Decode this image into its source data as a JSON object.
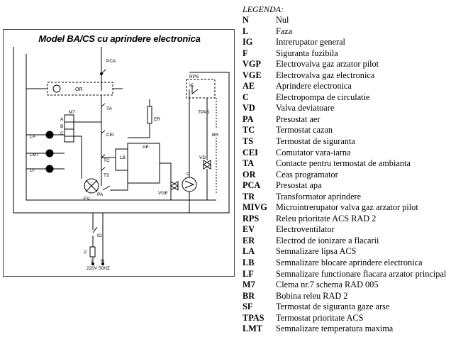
{
  "diagram": {
    "title": "Model BA/CS cu aprindere electronica",
    "labels": {
      "pca": "PCA",
      "or": "OR",
      "rps": "RPS",
      "ic": "IC",
      "m7": "M7",
      "a": "A",
      "b": "B",
      "c": "C",
      "la": "LA",
      "lmt": "LMT",
      "lf": "LF",
      "ta": "TA",
      "cei": "CEI",
      "er": "ER",
      "ae": "AE",
      "tc": "TC",
      "ts": "TS",
      "lb": "LB",
      "ev": "EV",
      "pa": "PA",
      "vge": "VGE",
      "c_pump": "C",
      "vd": "VD",
      "tpas": "TPAS",
      "br": "BR",
      "ig": "IG",
      "f": "F",
      "l": "L",
      "n": "N",
      "supply": "220V 50HZ"
    }
  },
  "legend": {
    "title": "LEGENDA:",
    "items": [
      {
        "code": "N",
        "desc": "Nul"
      },
      {
        "code": "L",
        "desc": "Faza"
      },
      {
        "code": "IG",
        "desc": "Intrerupator general"
      },
      {
        "code": "F",
        "desc": "Siguranta fuzibila"
      },
      {
        "code": "VGP",
        "desc": "Electrovalva gaz arzator pilot"
      },
      {
        "code": "VGE",
        "desc": "Electrovalva gaz electronica"
      },
      {
        "code": "AE",
        "desc": "Aprindere electronica"
      },
      {
        "code": "C",
        "desc": "Electropompa de circulatie"
      },
      {
        "code": "VD",
        "desc": "Valva deviatoare"
      },
      {
        "code": "PA",
        "desc": "Presostat aer"
      },
      {
        "code": "TC",
        "desc": "Termostat cazan"
      },
      {
        "code": "TS",
        "desc": "Termostat de siguranta"
      },
      {
        "code": "CEI",
        "desc": "Comutator vara-iarna"
      },
      {
        "code": "TA",
        "desc": "Contacte pentru termostat de ambianta"
      },
      {
        "code": "OR",
        "desc": "Ceas programator"
      },
      {
        "code": "PCA",
        "desc": "Presostat apa"
      },
      {
        "code": "TR",
        "desc": "Transformator aprindere"
      },
      {
        "code": "MIVG",
        "desc": "Microintrerupator valva gaz arzator pilot"
      },
      {
        "code": "RPS",
        "desc": "Releu prioritate ACS RAD 2"
      },
      {
        "code": "EV",
        "desc": "Electroventilator"
      },
      {
        "code": "ER",
        "desc": "Electrod de ionizare a flacarii"
      },
      {
        "code": "LA",
        "desc": "Semnalizare lipsa ACS"
      },
      {
        "code": "LB",
        "desc": "Semnalizare blocare aprindere electronica"
      },
      {
        "code": "LF",
        "desc": "Semnalizare functionare flacara arzator principal"
      },
      {
        "code": "M7",
        "desc": "Clema nr.7 schema RAD 005"
      },
      {
        "code": "BR",
        "desc": "Bobina releu RAD 2"
      },
      {
        "code": "SF",
        "desc": "Termostat de siguranta gaze arse"
      },
      {
        "code": "TPAS",
        "desc": "Termostat prioritate ACS"
      },
      {
        "code": "LMT",
        "desc": "Semnalizare temperatura maxima"
      }
    ]
  }
}
